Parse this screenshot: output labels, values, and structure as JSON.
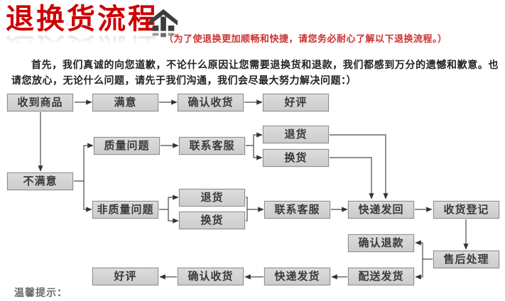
{
  "header": {
    "title": "退换货流程",
    "subtitle": "（为了使退换更加顺畅和快捷，请您务必耐心了解以下退换流程。）",
    "logo_icon": "house-arrow-icon"
  },
  "intro": {
    "text": "首先，我们真诚的向您道歉，不论什么原因让您需要退换货和退款，我们都感到万分的遗憾和歉意。也请您放心，无论什么问题，请先于我们沟通，我们会尽最大努力解决问题：）"
  },
  "flow": {
    "nodes": [
      {
        "id": "received-goods",
        "label": "收到商品"
      },
      {
        "id": "satisfied",
        "label": "满意"
      },
      {
        "id": "confirm-receipt-top",
        "label": "确认收货"
      },
      {
        "id": "good-review-top",
        "label": "好评"
      },
      {
        "id": "quality-issue",
        "label": "质量问题"
      },
      {
        "id": "contact-service-quality",
        "label": "联系客服"
      },
      {
        "id": "return-quality",
        "label": "退货"
      },
      {
        "id": "exchange-quality",
        "label": "换货"
      },
      {
        "id": "unsatisfied",
        "label": "不满意"
      },
      {
        "id": "non-quality-issue",
        "label": "非质量问题"
      },
      {
        "id": "return-nonquality",
        "label": "退货"
      },
      {
        "id": "exchange-nonquality",
        "label": "换货"
      },
      {
        "id": "contact-service-nonquality",
        "label": "联系客服"
      },
      {
        "id": "express-send-back",
        "label": "快递发回"
      },
      {
        "id": "goods-receipt-register",
        "label": "收货登记"
      },
      {
        "id": "after-sales-processing",
        "label": "售后处理"
      },
      {
        "id": "confirm-refund",
        "label": "确认退款"
      },
      {
        "id": "dispatch-shipment",
        "label": "配送发货"
      },
      {
        "id": "express-shipment",
        "label": "快递发货"
      },
      {
        "id": "confirm-receipt-bottom",
        "label": "确认收货"
      },
      {
        "id": "good-review-bottom",
        "label": "好评"
      }
    ],
    "edges": [
      [
        "received-goods",
        "satisfied"
      ],
      [
        "satisfied",
        "confirm-receipt-top"
      ],
      [
        "confirm-receipt-top",
        "good-review-top"
      ],
      [
        "received-goods",
        "unsatisfied"
      ],
      [
        "unsatisfied",
        "quality-issue"
      ],
      [
        "unsatisfied",
        "non-quality-issue"
      ],
      [
        "quality-issue",
        "contact-service-quality"
      ],
      [
        "contact-service-quality",
        "return-quality"
      ],
      [
        "contact-service-quality",
        "exchange-quality"
      ],
      [
        "return-quality",
        "express-send-back"
      ],
      [
        "exchange-quality",
        "express-send-back"
      ],
      [
        "non-quality-issue",
        "return-nonquality"
      ],
      [
        "non-quality-issue",
        "exchange-nonquality"
      ],
      [
        "return-nonquality",
        "contact-service-nonquality"
      ],
      [
        "exchange-nonquality",
        "contact-service-nonquality"
      ],
      [
        "contact-service-nonquality",
        "express-send-back"
      ],
      [
        "express-send-back",
        "goods-receipt-register"
      ],
      [
        "goods-receipt-register",
        "after-sales-processing"
      ],
      [
        "after-sales-processing",
        "confirm-refund"
      ],
      [
        "after-sales-processing",
        "dispatch-shipment"
      ],
      [
        "dispatch-shipment",
        "express-shipment"
      ],
      [
        "express-shipment",
        "confirm-receipt-bottom"
      ],
      [
        "confirm-receipt-bottom",
        "good-review-bottom"
      ]
    ]
  },
  "footer": {
    "tip_label": "温馨提示："
  },
  "colors": {
    "title_red": "#cc0000",
    "subtitle_red": "#cc3333",
    "box_fill": "#d3d3d3",
    "box_border": "#8f8f8f",
    "connector": "#4a4a4a",
    "body_text": "#222222",
    "tip_gray": "#6b6b6b"
  }
}
